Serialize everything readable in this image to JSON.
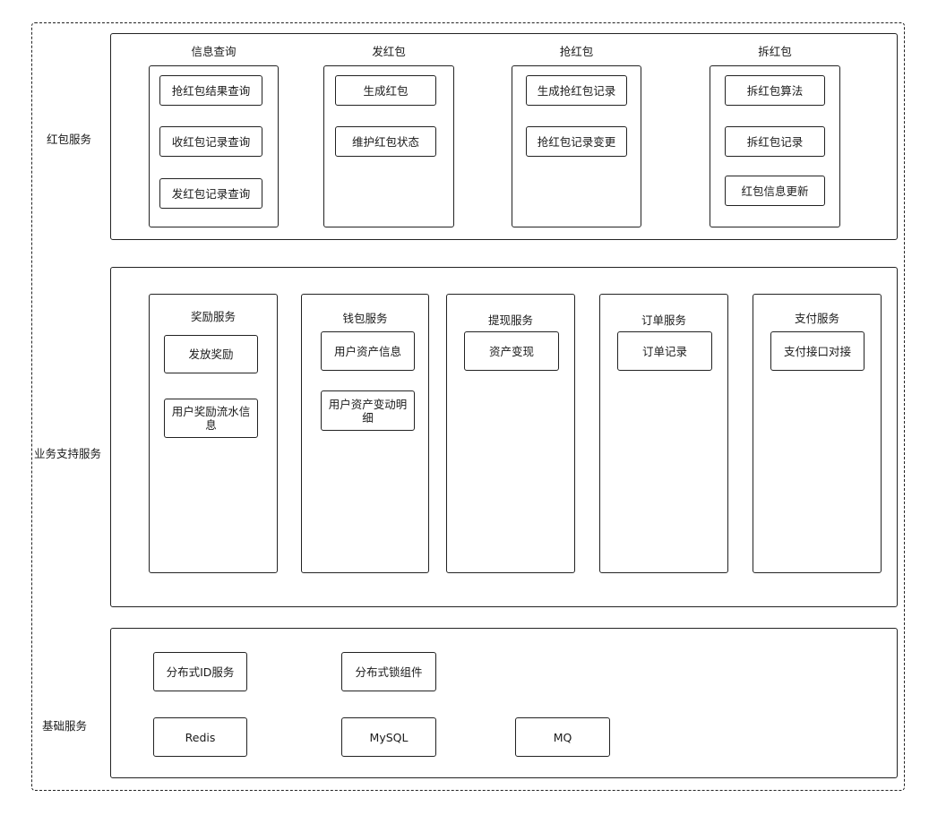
{
  "layers": {
    "hongbao": {
      "label": "红包服务",
      "groups": {
        "query": {
          "title": "信息查询",
          "items": [
            "抢红包结果查询",
            "收红包记录查询",
            "发红包记录查询"
          ]
        },
        "send": {
          "title": "发红包",
          "items": [
            "生成红包",
            "维护红包状态"
          ]
        },
        "grab": {
          "title": "抢红包",
          "items": [
            "生成抢红包记录",
            "抢红包记录变更"
          ]
        },
        "open": {
          "title": "拆红包",
          "items": [
            "拆红包算法",
            "拆红包记录",
            "红包信息更新"
          ]
        }
      }
    },
    "business": {
      "label": "业务支持服务",
      "groups": {
        "reward": {
          "title": "奖励服务",
          "items": [
            "发放奖励",
            "用户奖励流水信息"
          ]
        },
        "wallet": {
          "title": "钱包服务",
          "items": [
            "用户资产信息",
            "用户资产变动明细"
          ]
        },
        "withdraw": {
          "title": "提现服务",
          "items": [
            "资产变现"
          ]
        },
        "order": {
          "title": "订单服务",
          "items": [
            "订单记录"
          ]
        },
        "pay": {
          "title": "支付服务",
          "items": [
            "支付接口对接"
          ]
        }
      }
    },
    "base": {
      "label": "基础服务",
      "items": [
        "分布式ID服务",
        "分布式锁组件",
        "Redis",
        "MySQL",
        "MQ"
      ]
    }
  }
}
